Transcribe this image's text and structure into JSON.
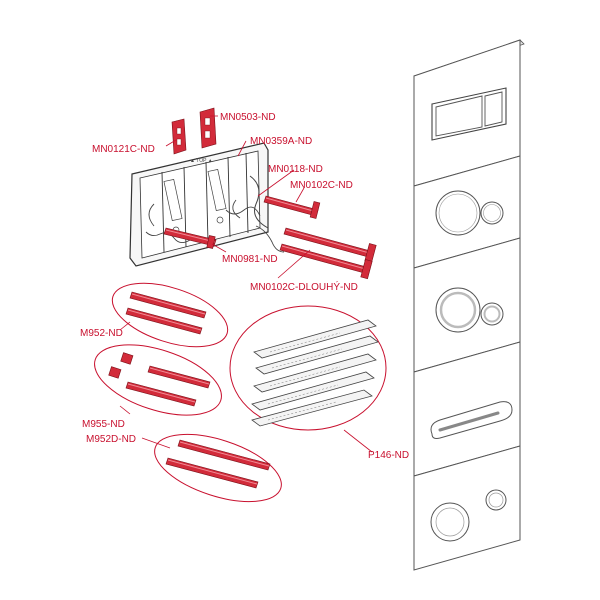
{
  "labels": {
    "mn0503": "MN0503-ND",
    "mn0121c": "MN0121C-ND",
    "mn0359a": "MN0359A-ND",
    "mn0118": "MN0118-ND",
    "mn0102c": "MN0102C-ND",
    "mn0981": "MN0981-ND",
    "mn0102c_long": "MN0102C-DLOUHÝ-ND",
    "m952": "M952-ND",
    "m955": "M955-ND",
    "m952d": "M952D-ND",
    "p146": "P146-ND"
  },
  "colors": {
    "accent": "#c8102e",
    "part_red": "#d22b3a",
    "line": "#333333"
  },
  "panels": [
    {
      "style": "two-rectangular-buttons"
    },
    {
      "style": "two-round-buttons-large"
    },
    {
      "style": "two-round-buttons-ring"
    },
    {
      "style": "oval-slot-button"
    },
    {
      "style": "two-round-buttons-small"
    }
  ]
}
